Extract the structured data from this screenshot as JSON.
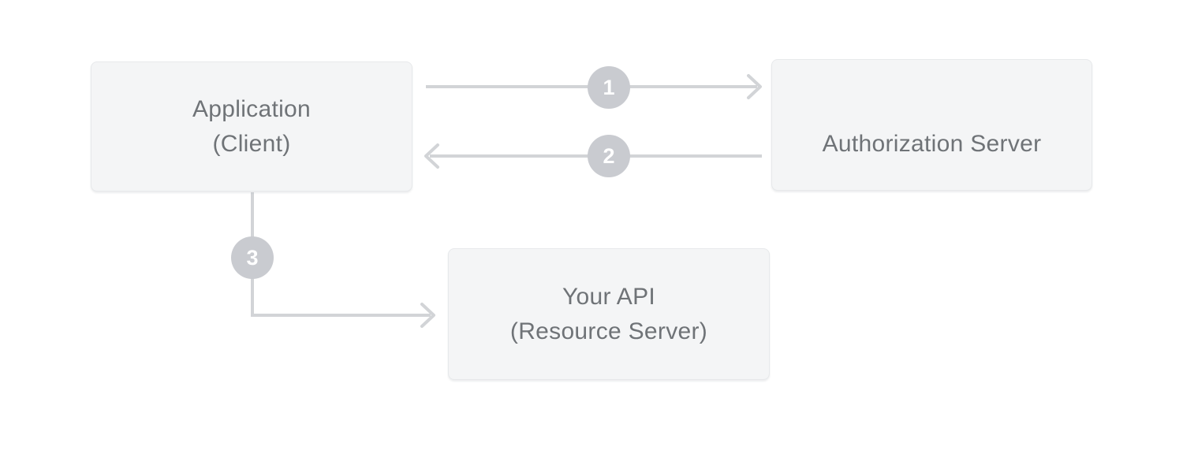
{
  "diagram": {
    "nodes": {
      "application": {
        "line1": "Application",
        "line2": "(Client)"
      },
      "authorization_server": {
        "line1": "Authorization Server"
      },
      "your_api": {
        "line1": "Your API",
        "line2": "(Resource Server)"
      }
    },
    "steps": {
      "one": {
        "number": "1",
        "from": "application",
        "to": "authorization_server",
        "direction": "right"
      },
      "two": {
        "number": "2",
        "from": "authorization_server",
        "to": "application",
        "direction": "left"
      },
      "three": {
        "number": "3",
        "from": "application",
        "to": "your_api",
        "direction": "down-right"
      }
    },
    "colors": {
      "background": "#ffffff",
      "node_fill": "#f4f5f6",
      "node_border": "#e7e9eb",
      "node_text": "#6f7377",
      "arrow": "#d2d4d7",
      "badge_fill": "#c9cbd0",
      "badge_text": "#ffffff"
    }
  }
}
